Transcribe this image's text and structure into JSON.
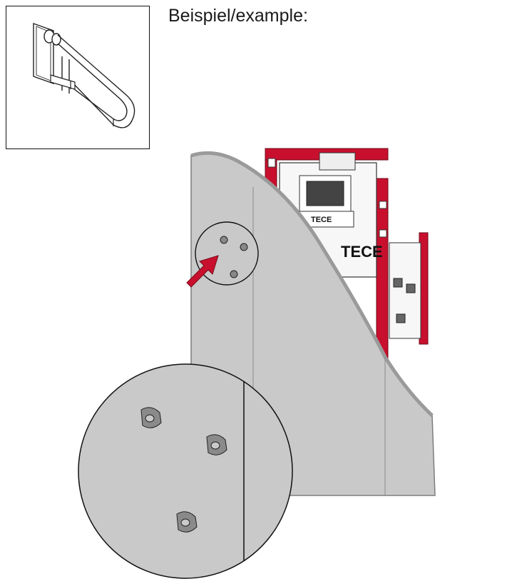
{
  "caption": "Beispiel/example:",
  "brand": {
    "frame_label": "TECE",
    "frame_label_small": "TECE",
    "colors": {
      "frame_red": "#c8102e",
      "panel_grey": "#c9c9c9",
      "panel_edge": "#9a9a9a",
      "frame_white": "#f7f7f7",
      "arrow_red": "#c8102e"
    }
  },
  "icons": {
    "inset": "grab-bar-icon",
    "pointer": "arrow-icon",
    "fixing_points": "bolt-icon"
  }
}
